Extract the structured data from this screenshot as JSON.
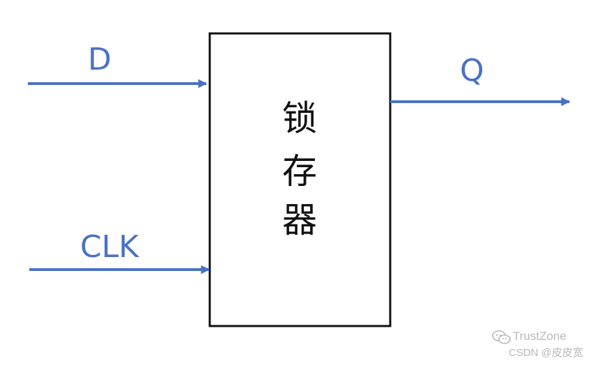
{
  "diagram": {
    "block_label_chars": [
      "锁",
      "存",
      "器"
    ],
    "inputs": {
      "d": "D",
      "clk": "CLK"
    },
    "outputs": {
      "q": "Q"
    },
    "colors": {
      "signal": "#4a72c4",
      "block_border": "#111111",
      "block_fill": "#ffffff",
      "watermark": "#b8b8b8"
    }
  },
  "watermark": {
    "icon": "wechat-icon",
    "line1": "TrustZone",
    "line2": "CSDN @皮皮宽"
  }
}
